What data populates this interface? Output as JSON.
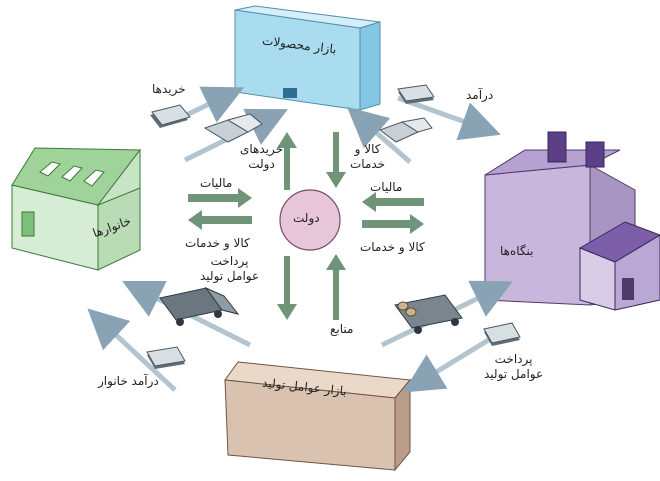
{
  "nodes": {
    "product_market": "بازار محصولات",
    "factor_market": "بازار عوامل تولید",
    "households": "خانوارها",
    "firms": "بنگاه‌ها",
    "government": "دولت"
  },
  "labels": {
    "purchases": "خریدها",
    "revenue": "درآمد",
    "gov_purchases_1": "خریدهای",
    "gov_purchases_2": "دولت",
    "goods_services_top_1": "کالا و",
    "goods_services_top_2": "خدمات",
    "taxes_left": "مالیات",
    "taxes_right": "مالیات",
    "goods_services_left": "کالا و خدمات",
    "goods_services_right": "کالا و خدمات",
    "factor_payment_left_1": "پرداخت",
    "factor_payment_left_2": "عوامل تولید",
    "resources": "منابع",
    "household_income": "درآمد خانوار",
    "factor_payment_right_1": "پرداخت",
    "factor_payment_right_2": "عوامل تولید"
  },
  "colors": {
    "product_market": "#a9dcef",
    "factor_market": "#d9c3b0",
    "households": "#d6ecd5",
    "firms": "#c9b6dc",
    "government": "#e6c6d8",
    "gov_arrow": "#6f9478",
    "flow_arrow": "#c8d0d6"
  }
}
